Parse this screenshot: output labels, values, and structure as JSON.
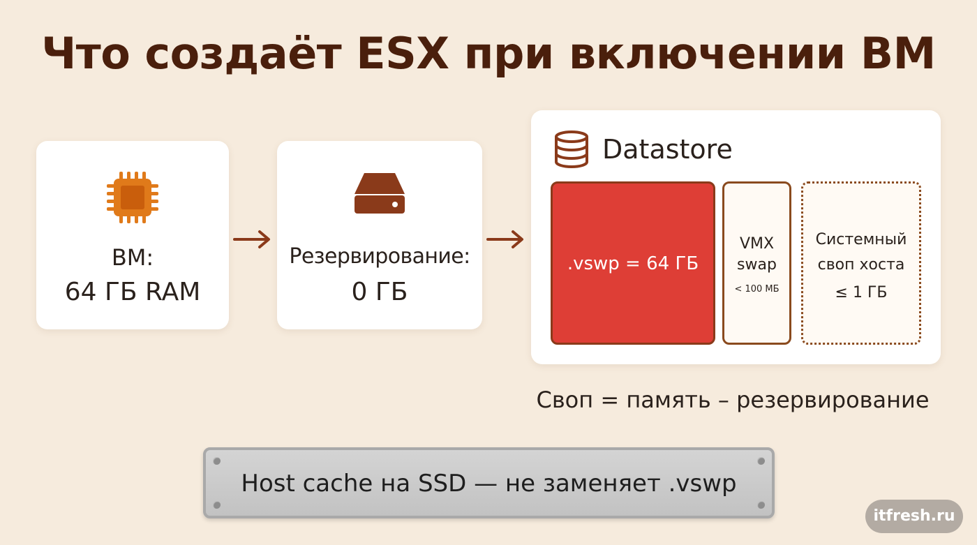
{
  "title": "Что создаёт ESX при включении ВМ",
  "vm_card": {
    "icon": "cpu-chip-icon",
    "label": "ВМ:",
    "value": "64 ГБ RAM"
  },
  "reservation_card": {
    "icon": "hard-drive-icon",
    "label": "Резервирование:",
    "value": "0 ГБ"
  },
  "datastore": {
    "icon": "database-icon",
    "title": "Datastore",
    "vswp": ".vswp = 64 ГБ",
    "vmx": {
      "line1": "VMX",
      "line2": "swap",
      "size": "< 100 МБ"
    },
    "system": {
      "line1": "Системный",
      "line2": "своп хоста",
      "size": "≤ 1 ГБ"
    }
  },
  "formula": "Своп = память – резервирование",
  "note": "Host cache на SSD — не заменяет .vswp",
  "watermark": "itfresh.ru",
  "colors": {
    "background": "#f6ebdd",
    "title": "#4a1f0c",
    "accent_orange": "#e07a1a",
    "accent_brown": "#8a3a1a",
    "vswp_red": "#de3e36"
  }
}
